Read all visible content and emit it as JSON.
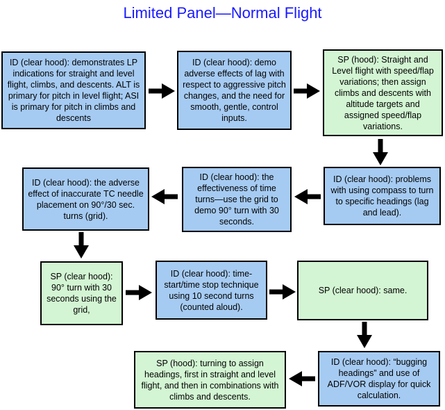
{
  "title": {
    "text": "Limited Panel—Normal Flight",
    "color": "#1A1AFF"
  },
  "colors": {
    "box_blue": "#A6CBF2",
    "box_green": "#D3F5D3",
    "border": "#000000",
    "arrow": "#000000",
    "title_blue": "#1A1AFF"
  },
  "boxes": [
    {
      "id": "box1",
      "fill": "blue",
      "text": "ID (clear hood): demonstrates LP indications for straight and level flight, climbs, and descents. ALT is primary for pitch in level flight; ASI is primary for pitch in climbs and descents"
    },
    {
      "id": "box2",
      "fill": "blue",
      "text": "ID (clear hood): demo adverse effects of lag with respect to aggressive pitch changes, and the need for smooth, gentle, control inputs."
    },
    {
      "id": "box3",
      "fill": "green",
      "text": "SP (hood): Straight and Level flight with speed/flap variations;  then assign climbs and descents with altitude targets and assigned speed/flap variations."
    },
    {
      "id": "box4",
      "fill": "blue",
      "text": "ID (clear hood): problems with using compass to turn to specific headings (lag and lead)."
    },
    {
      "id": "box5",
      "fill": "blue",
      "text": "ID (clear hood): the effectiveness of time turns—use the grid to demo 90° turn with 30 seconds."
    },
    {
      "id": "box6",
      "fill": "blue",
      "text": "ID (clear hood): the adverse effect of inaccurate TC needle placement on 90°/30 sec. turns (grid)."
    },
    {
      "id": "box7",
      "fill": "green",
      "text": "SP (clear hood): 90° turn with 30 seconds using the grid,"
    },
    {
      "id": "box8",
      "fill": "blue",
      "text": "ID (clear hood): time-start/time stop technique using 10 second turns (counted aloud)."
    },
    {
      "id": "box9",
      "fill": "green",
      "text": "SP (clear hood): same."
    },
    {
      "id": "box10",
      "fill": "blue",
      "text": "ID (clear hood): “bugging headings” and use of ADF/VOR display for quick calculation."
    },
    {
      "id": "box11",
      "fill": "green",
      "text": "SP (hood): turning to assign headings, first in straight and level flight, and then in combinations with climbs and descents."
    }
  ],
  "arrows": [
    {
      "from": "box1",
      "to": "box2",
      "direction": "right"
    },
    {
      "from": "box2",
      "to": "box3",
      "direction": "right"
    },
    {
      "from": "box3",
      "to": "box4",
      "direction": "down"
    },
    {
      "from": "box4",
      "to": "box5",
      "direction": "left"
    },
    {
      "from": "box5",
      "to": "box6",
      "direction": "left"
    },
    {
      "from": "box6",
      "to": "box7",
      "direction": "down"
    },
    {
      "from": "box7",
      "to": "box8",
      "direction": "right"
    },
    {
      "from": "box8",
      "to": "box9",
      "direction": "right"
    },
    {
      "from": "box9",
      "to": "box10",
      "direction": "down"
    },
    {
      "from": "box10",
      "to": "box11",
      "direction": "left"
    }
  ]
}
